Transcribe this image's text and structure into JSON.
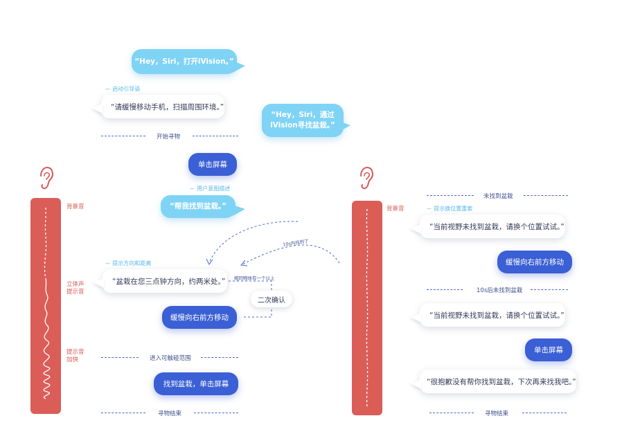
{
  "left": {
    "bubble_hey_open": "“Hey，Siri，打开iVision。”",
    "note_launch": "启动引导语",
    "guide_msg": "“请缓慢移动手机，扫描周围环境。”",
    "sep_start": "开始寻物",
    "tap_screen": "单击屏幕",
    "note_user_intent": "用户意图描述",
    "bubble_help": "“帮我找到盆栽。”",
    "note_direction": "提示方向和距离",
    "direction_msg": "“盆栽在您三点钟方向，约两米处。”",
    "move_btn": "缓慢向右前方移动",
    "sep_touch": "进入可触碰范围",
    "found_btn": "找到盆栽，单击屏幕",
    "sep_end": "寻物结束",
    "label_bg": "背景音",
    "label_stereo_1": "立体声",
    "label_stereo_2": "提示音",
    "label_fast_1": "提示音",
    "label_fast_2": "加快"
  },
  "center": {
    "bubble_hey_find_1": "“Hey，Siri，通过",
    "bubble_hey_find_2": "iVision寻找盆栽。”",
    "found_10s": "10s内找到了",
    "same_object": "相同物体有一个以上",
    "confirm": "二次确认"
  },
  "right": {
    "sep_not_found": "未找到盆栽",
    "note_change_pos": "提示换位置重索",
    "not_found_msg_1": "“当前视野未找到盆栽，请换个位置试试。”",
    "move_btn": "缓慢向右前方移动",
    "sep_10s": "10s后未找到盆栽",
    "not_found_msg_2": "“当前视野未找到盆栽，请换个位置试试。”",
    "tap_screen": "单击屏幕",
    "sorry_msg": "“很抱歉没有帮你找到盆栽，下次再来找我吧。”",
    "sep_end": "寻物结束",
    "label_bg": "背景音"
  },
  "colors": {
    "cyan_bubble": "#7fd3f5",
    "blue_button": "#3b5fd4",
    "red_bar": "#db5d58",
    "note_blue": "#58b7ea",
    "dashed_line": "#4a67c9"
  },
  "icons": [
    "ear-icon",
    "ear-icon"
  ]
}
